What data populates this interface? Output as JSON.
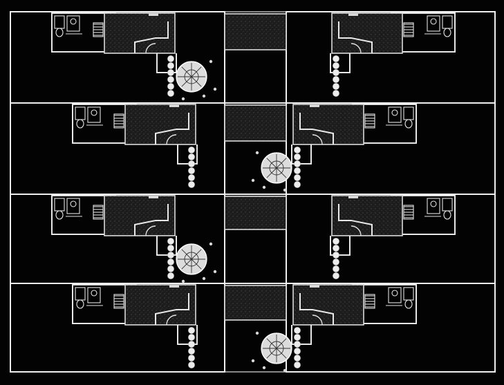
{
  "colors": {
    "background": "#030303",
    "linework": "#e8e8e8",
    "paving": "#1c1c1c"
  },
  "plan": {
    "rows": 4,
    "columns": 2,
    "modules": [
      {
        "row": 0,
        "side": "left",
        "has_tree": true
      },
      {
        "row": 0,
        "side": "right",
        "has_tree": false
      },
      {
        "row": 1,
        "side": "left",
        "has_tree": false
      },
      {
        "row": 1,
        "side": "right",
        "has_tree": true
      },
      {
        "row": 2,
        "side": "left",
        "has_tree": true
      },
      {
        "row": 2,
        "side": "right",
        "has_tree": false
      },
      {
        "row": 3,
        "side": "left",
        "has_tree": false
      },
      {
        "row": 3,
        "side": "right",
        "has_tree": true
      }
    ]
  }
}
